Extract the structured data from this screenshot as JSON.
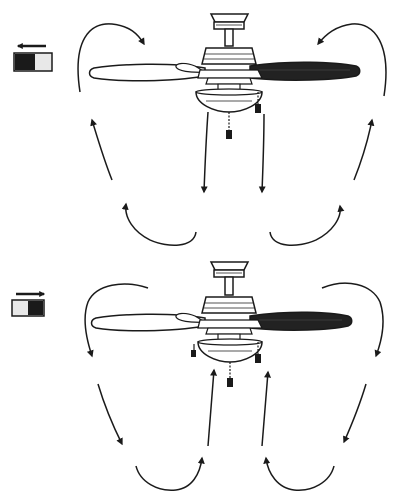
{
  "page": {
    "background": "#ffffff",
    "ink_color": "#1a1a1a",
    "blade_dark_color": "#222222",
    "blade_light_color": "#ffffff"
  },
  "panels": [
    {
      "id": "counterclockwise",
      "switch": {
        "arrow_direction": "left",
        "slider_position": "left",
        "icon": "direction-switch-icon"
      },
      "airflow": "downdraft",
      "fan_icon": "ceiling-fan-with-light-kit-icon",
      "arrow_icons": [
        "curved-arrow-icon",
        "straight-arrow-icon"
      ]
    },
    {
      "id": "clockwise",
      "switch": {
        "arrow_direction": "right",
        "slider_position": "right",
        "icon": "direction-switch-icon"
      },
      "airflow": "updraft",
      "fan_icon": "ceiling-fan-with-light-kit-icon",
      "arrow_icons": [
        "curved-arrow-icon",
        "straight-arrow-icon"
      ]
    }
  ]
}
